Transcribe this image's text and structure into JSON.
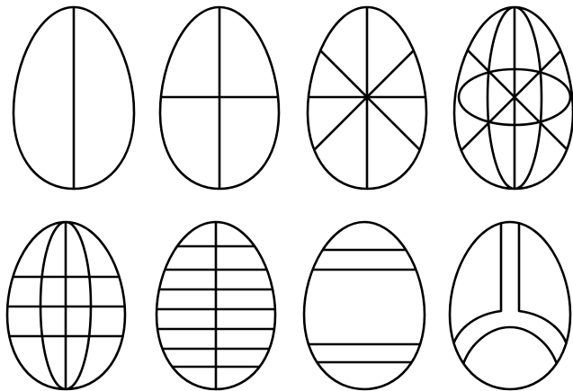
{
  "figure": {
    "stroke_color": "#000000",
    "background": "#ffffff",
    "eggs": [
      {
        "id": "egg-1",
        "pattern": "vertical-split"
      },
      {
        "id": "egg-2",
        "pattern": "cross-quarters"
      },
      {
        "id": "egg-3",
        "pattern": "eight-radial-segments"
      },
      {
        "id": "egg-4",
        "pattern": "globe-meridians-with-radial-lines"
      },
      {
        "id": "egg-5",
        "pattern": "meridian-grid"
      },
      {
        "id": "egg-6",
        "pattern": "center-line-with-horizontal-bands"
      },
      {
        "id": "egg-7",
        "pattern": "two-horizontal-bands"
      },
      {
        "id": "egg-8",
        "pattern": "arch-shape"
      }
    ]
  }
}
